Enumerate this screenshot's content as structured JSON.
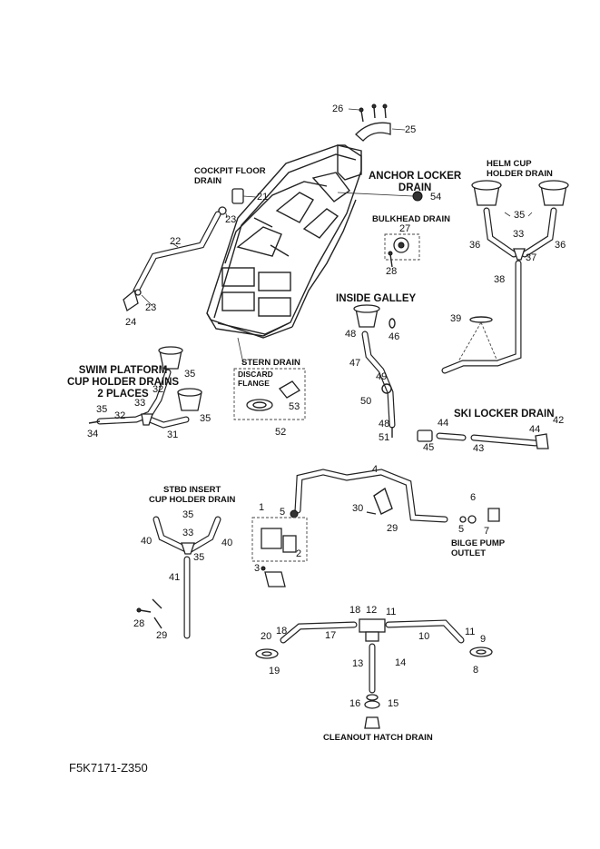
{
  "figure_code": "F5K7171-Z350",
  "headers": {
    "cockpit_floor": "COCKPIT FLOOR\nDRAIN",
    "anchor_locker": "ANCHOR LOCKER\nDRAIN",
    "bulkhead": "BULKHEAD DRAIN",
    "helm_cup": "HELM CUP\nHOLDER DRAIN",
    "inside_galley": "INSIDE GALLEY",
    "swim_platform": "SWIM PLATFORM\nCUP HOLDER DRAINS\n2 PLACES",
    "stern": "STERN DRAIN",
    "discard_flange": "DISCARD\nFLANGE",
    "ski_locker": "SKI LOCKER DRAIN",
    "stbd_insert": "STBD INSERT\nCUP HOLDER DRAIN",
    "bilge_outlet": "BILGE PUMP\nOUTLET",
    "cleanout": "CLEANOUT HATCH DRAIN"
  },
  "callouts": {
    "c26": "26",
    "c25": "25",
    "c21": "21",
    "c23a": "23",
    "c54": "54",
    "c22": "22",
    "c23b": "23",
    "c24": "24",
    "c27": "27",
    "c28a": "28",
    "c35a": "35",
    "c33a": "33",
    "c36a": "36",
    "c36b": "36",
    "c37": "37",
    "c38": "38",
    "c39": "39",
    "c48a": "48",
    "c46": "46",
    "c47": "47",
    "c49": "49",
    "c50": "50",
    "c48b": "48",
    "c51": "51",
    "c35b": "35",
    "c32a": "32",
    "c33b": "33",
    "c35c": "35",
    "c32b": "32",
    "c35d": "35",
    "c34": "34",
    "c31": "31",
    "c53": "53",
    "c52": "52",
    "c44a": "44",
    "c44b": "44",
    "c42": "42",
    "c45": "45",
    "c43": "43",
    "c4": "4",
    "c1": "1",
    "c5a": "5",
    "c2": "2",
    "c3": "3",
    "c30": "30",
    "c29a": "29",
    "c6": "6",
    "c5b": "5",
    "c7": "7",
    "c35e": "35",
    "c33c": "33",
    "c40a": "40",
    "c40b": "40",
    "c35f": "35",
    "c41": "41",
    "c28b": "28",
    "c29b": "29",
    "c18a": "18",
    "c12": "12",
    "c11a": "11",
    "c20": "20",
    "c18b": "18",
    "c17": "17",
    "c10": "10",
    "c11b": "11",
    "c9": "9",
    "c19": "19",
    "c8": "8",
    "c13": "13",
    "c14": "14",
    "c16": "16",
    "c15": "15"
  }
}
